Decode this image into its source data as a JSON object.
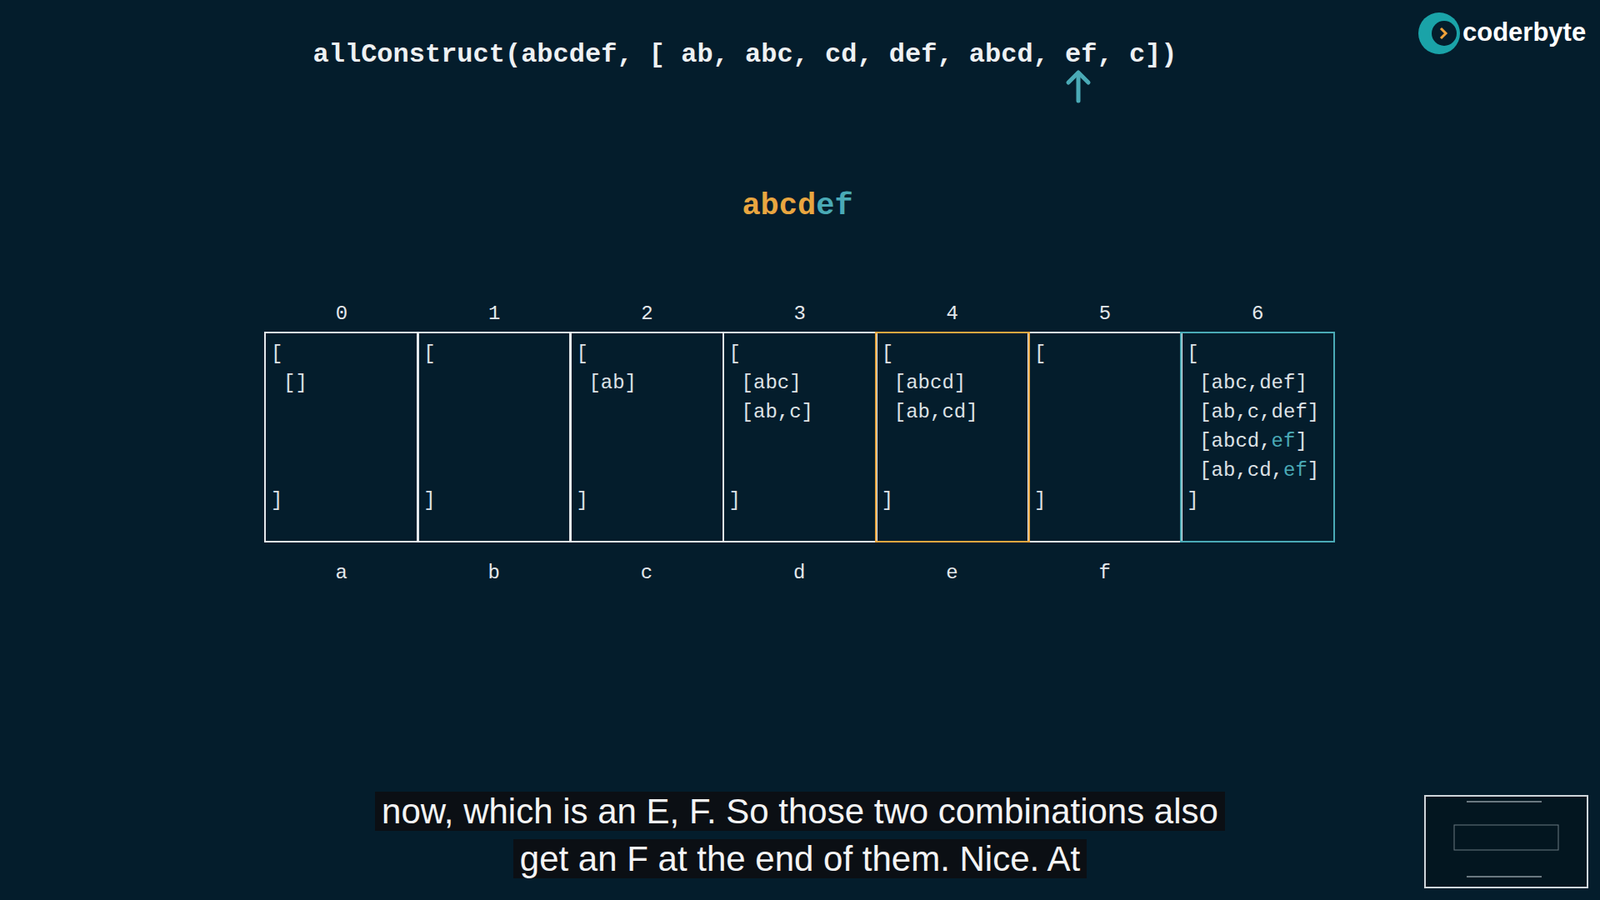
{
  "diagram": {
    "title": "allConstruct(abcdef, [ ab, abc, cd, def, abcd, ef, c])",
    "caption": "now, which is an E, F. So those two combinations also get an F at the end of them. Nice. At",
    "nodes": [
      {
        "text": [
          "0",
          "[",
          "[]",
          "]"
        ]
      },
      {
        "text": [
          "1",
          "[",
          "]"
        ]
      },
      {
        "text": [
          "2",
          "[",
          "[ab]",
          "]"
        ]
      },
      {
        "text": [
          "3",
          "[",
          "[abc]",
          "[ab,c]",
          "]"
        ]
      },
      {
        "text": [
          "4",
          "[",
          "[abcd]",
          "[ab,cd]",
          "]"
        ]
      },
      {
        "text": [
          "5",
          "[",
          "]"
        ]
      },
      {
        "text": [
          "6",
          "[",
          "[abc,def]",
          "[ab,c,def]",
          "[abcd,ef]",
          "[ab,cd,ef]",
          "]"
        ]
      }
    ],
    "labels": [
      "abcd",
      "ef",
      "a",
      "b",
      "c",
      "d",
      "e",
      "f",
      "coderbyte"
    ]
  }
}
